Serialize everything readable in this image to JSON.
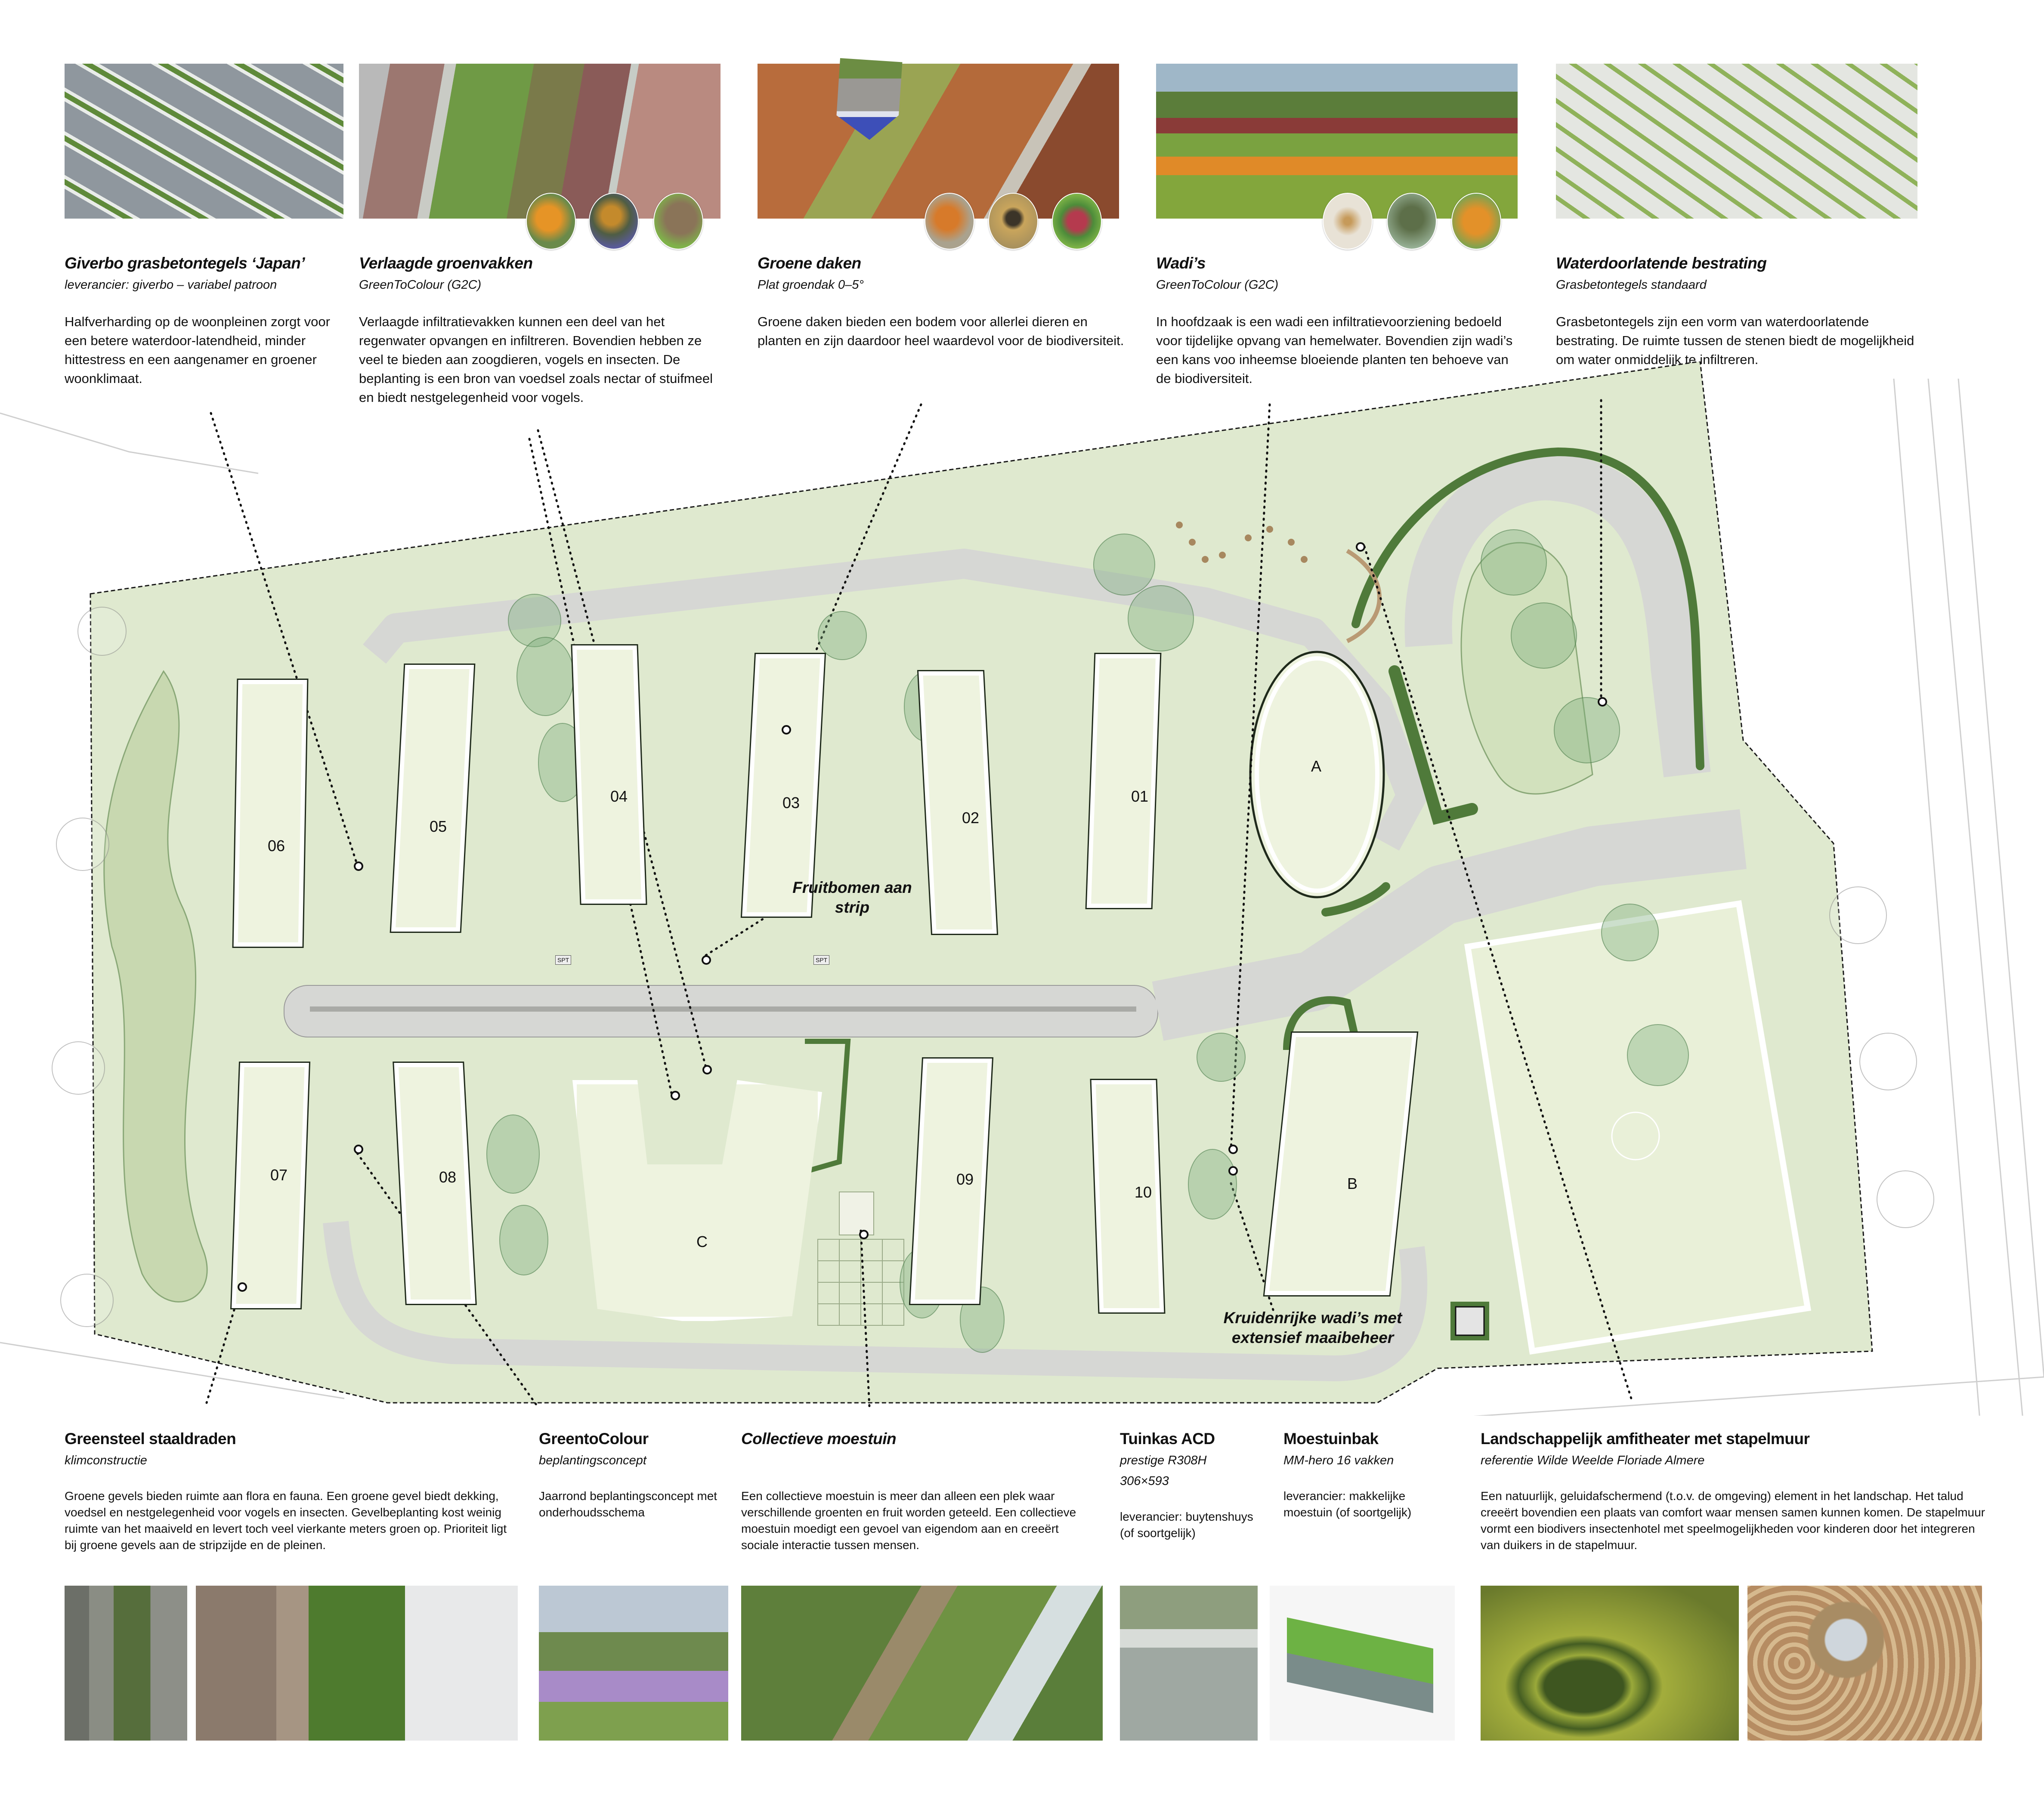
{
  "top_cards": [
    {
      "title": "Giverbo grasbetontegels ‘Japan’",
      "subtitle": "leverancier: giverbo – variabel patroon",
      "body": "Halfverharding op de woonpleinen zorgt voor een betere waterdoor-latendheid, minder hittestress en een aangenamer en groener woonklimaat.",
      "photo": "grass-concrete-tiles-japan-pattern",
      "insets": []
    },
    {
      "title": "Verlaagde groenvakken",
      "subtitle": "GreenToColour (G2C)",
      "body": "Verlaagde infiltratievakken kunnen een deel van het regenwater opvangen en infiltreren. Bovendien hebben ze veel te bieden aan zoogdieren, vogels en insecten. De beplanting is een bron van voedsel zoals nectar of stuifmeel en biedt nestgelegenheid voor vogels.",
      "photo": "lowered-green-beds",
      "insets": [
        "butterfly",
        "bee",
        "hedgehog"
      ]
    },
    {
      "title": "Groene daken",
      "subtitle": "Plat groendak 0–5°",
      "body": "Groene daken bieden een bodem voor allerlei dieren en planten en zijn daardoor heel waardevol voor de biodiversiteit.",
      "photo": "green-sedum-roof",
      "insets": [
        "robin",
        "hoverfly",
        "beetle"
      ]
    },
    {
      "title": "Wadi’s",
      "subtitle": "GreenToColour (G2C)",
      "body": "In hoofdzaak is een wadi een infiltratievoorziening bedoeld voor tijdelijke opvang van hemelwater. Bovendien zijn wadi’s een kans voo inheemse bloeiende planten ten behoeve van de biodiversiteit.",
      "photo": "wadi-planting",
      "insets": [
        "dragonfly",
        "moth",
        "butterfly"
      ]
    },
    {
      "title": "Waterdoorlatende bestrating",
      "subtitle": "Grasbetontegels standaard",
      "body": "Grasbetontegels zijn een vorm van waterdoorlatende bestrating. De ruimte tussen de stenen biedt de mogelijkheid om water onmiddelijk te infiltreren.",
      "photo": "standard-grass-concrete-tiles",
      "insets": []
    }
  ],
  "bottom_cards": [
    {
      "title": "Greensteel staaldraden",
      "subtitle": "klimconstructie",
      "body": "Groene gevels bieden ruimte aan flora en fauna. Een groene gevel biedt dekking, voedsel en nestgelegenheid voor vogels en insecten. Gevelbeplanting kost weinig ruimte van het maaiveld en levert toch veel vierkante meters groen op. Prioriteit ligt bij groene gevels aan de stripzijde en de pleinen.",
      "photos": [
        "steel-wire-facade",
        "brick-climbing-facade"
      ]
    },
    {
      "title": "GreentoColour",
      "subtitle": "beplantingsconcept",
      "body": "Jaarrond beplantingsconcept met onderhoudsschema",
      "photos": [
        "perennial-planting"
      ]
    },
    {
      "title": "Collectieve moestuin",
      "subtitle": "",
      "body": "Een collectieve moestuin is meer dan alleen een plek waar verschillende groenten en fruit worden geteeld. Een collectieve moestuin moedigt een gevoel van eigendom aan en creeërt sociale interactie tussen mensen.",
      "photos": [
        "community-garden-aerial"
      ]
    },
    {
      "title": "Tuinkas ACD",
      "subtitle": "prestige R308H",
      "subtitle2": "306×593",
      "body": "leverancier: buytenshuys (of soortgelijk)",
      "photos": [
        "greenhouse"
      ]
    },
    {
      "title": "Moestuinbak",
      "subtitle": "MM-hero 16 vakken",
      "body": "leverancier: makkelijke moestuin (of soortgelijk)",
      "photos": [
        "raised-planter-box"
      ]
    },
    {
      "title": "Landschappelijk amfitheater met stapelmuur",
      "subtitle": "referentie Wilde Weelde Floriade Almere",
      "body": "Een natuurlijk, geluidafschermend (t.o.v. de omgeving) element in het landschap. Het talud creeërt bovendien een plaats van comfort waar mensen samen kunnen komen. De stapelmuur vormt een biodivers insectenhotel met speelmogelijkheden voor kinderen door het integreren van duikers in de stapelmuur.",
      "photos": [
        "grass-amphitheater",
        "log-stack-wall"
      ]
    }
  ],
  "map": {
    "buildings": [
      "01",
      "02",
      "03",
      "04",
      "05",
      "06",
      "07",
      "08",
      "09",
      "10",
      "A",
      "B",
      "C"
    ],
    "notes": {
      "fruit_trees": "Fruitbomen aan strip",
      "herb_wadis": "Kruidenrijke wadi’s met extensief maaibeheer"
    },
    "small_labels": {
      "spt": "SPT"
    },
    "colors": {
      "site_green": "#dfe9cf",
      "road_gray": "#d9dad7",
      "hedge_green": "#4f7a3a",
      "building_fill": "#eef3df"
    }
  }
}
